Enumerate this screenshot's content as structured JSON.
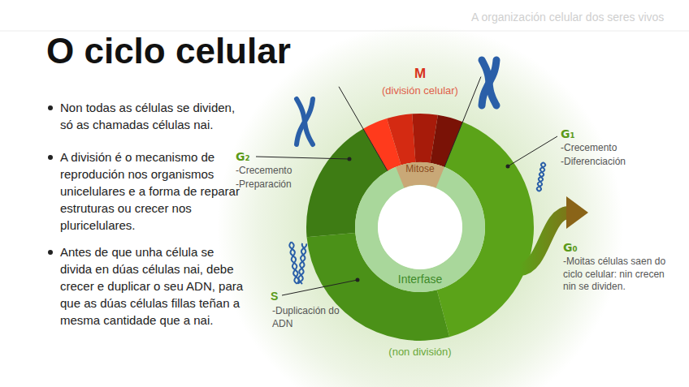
{
  "diagram": {
    "title": "O ciclo celular",
    "labels": [
      "A organización celular dos seres vivos",
      "Non todas as células se dividen, só as chamadas células nai.",
      "A división é o mecanismo de reprodución nos organismos unicelulares e a forma de reparar estruturas ou crecer nos pluricelulares.",
      "Antes de que unha célula se divida en dúas células nai, debe crecer e duplicar o seu ADN, para que as dúas células fillas teñan a mesma cantidade que a nai.",
      "M",
      "(división celular)",
      "Mitose",
      "Interfase",
      "(non división)",
      "G₁",
      "-Crecemento",
      "-Diferenciación",
      "G₂",
      "-Crecemento",
      "-Preparación",
      "S",
      "-Duplicación do ADN",
      "G₀",
      "-Moitas células saen do ciclo celular: nin crecen nin se dividen."
    ]
  }
}
